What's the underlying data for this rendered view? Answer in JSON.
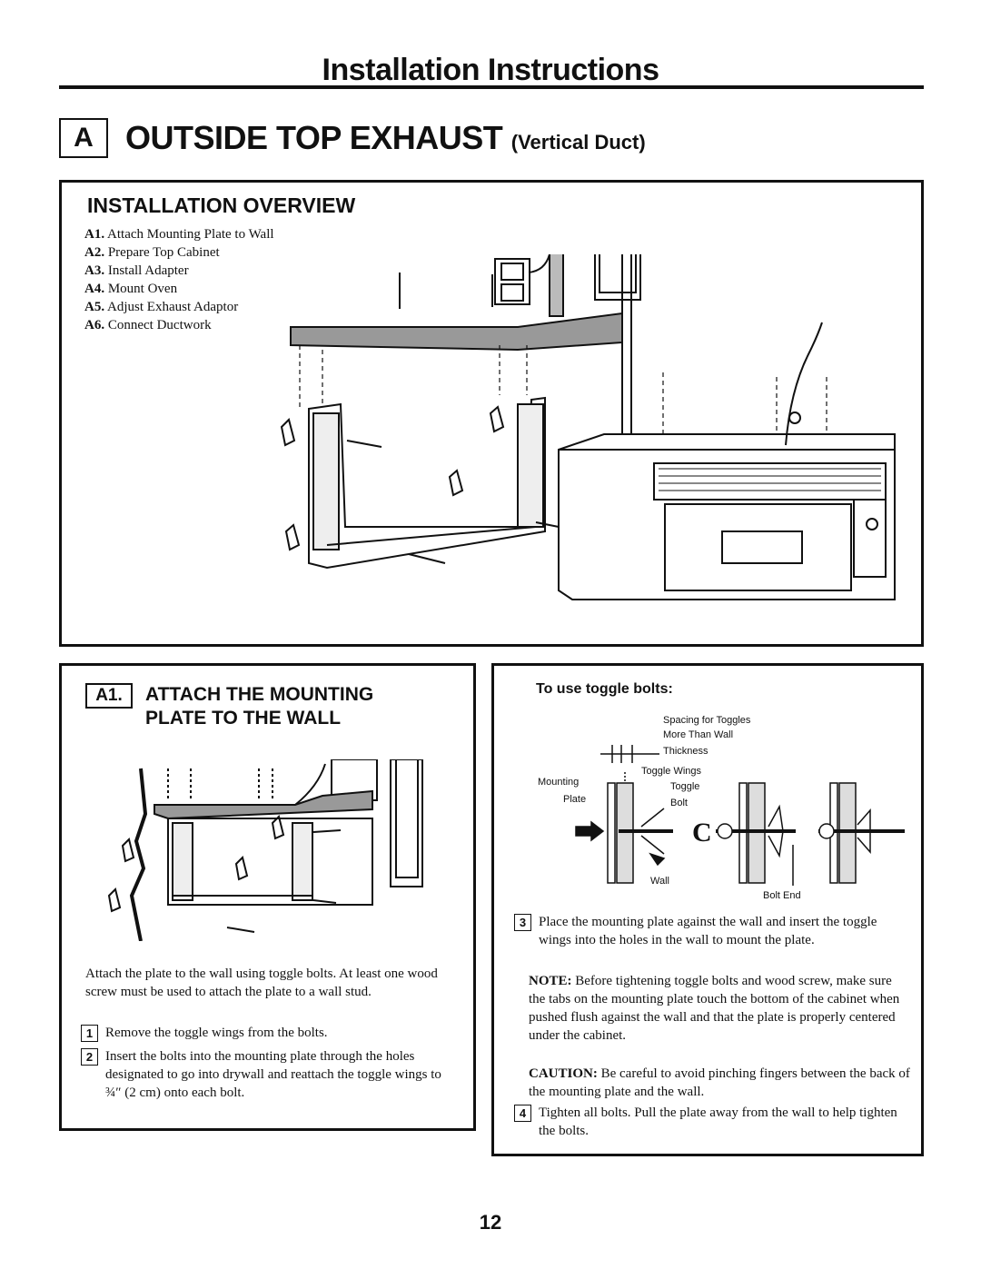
{
  "header": {
    "title": "Installation Instructions"
  },
  "section": {
    "letter": "A",
    "title": "OUTSIDE TOP EXHAUST",
    "subtitle": "(Vertical Duct)"
  },
  "overview": {
    "heading": "INSTALLATION OVERVIEW",
    "steps": [
      {
        "code": "A1.",
        "text": "Attach Mounting Plate to Wall"
      },
      {
        "code": "A2.",
        "text": "Prepare Top Cabinet"
      },
      {
        "code": "A3.",
        "text": "Install Adapter"
      },
      {
        "code": "A4.",
        "text": "Mount Oven"
      },
      {
        "code": "A5.",
        "text": "Adjust Exhaust Adaptor"
      },
      {
        "code": "A6.",
        "text": "Connect Ductwork"
      }
    ]
  },
  "a1": {
    "label": "A1.",
    "heading_line1": "ATTACH THE MOUNTING",
    "heading_line2": "PLATE TO THE WALL",
    "intro": "Attach the plate to the wall using toggle bolts. At least one wood screw must be used to attach the plate to a wall stud.",
    "steps": [
      {
        "num": "1",
        "text": "Remove the toggle wings from the bolts."
      },
      {
        "num": "2",
        "text": "Insert the bolts into the mounting plate through the holes designated to go into drywall and reattach the toggle wings to ¾″ (2 cm) onto each bolt."
      }
    ]
  },
  "toggle": {
    "heading": "To use toggle bolts:",
    "labels": {
      "spacing1": "Spacing for Toggles",
      "spacing2": "More Than Wall",
      "spacing3": "Thickness",
      "toggle_wings": "Toggle Wings",
      "mounting": "Mounting",
      "plate": "Plate",
      "toggle": "Toggle",
      "bolt": "Bolt",
      "wall": "Wall",
      "bolt_end": "Bolt End"
    },
    "step3": {
      "num": "3",
      "text": "Place the mounting plate against the wall and insert the toggle wings into the holes in the wall to mount the plate."
    },
    "note_label": "NOTE:",
    "note_text": "Before tightening toggle bolts and wood screw, make sure the tabs on the mounting plate touch the bottom of the cabinet when pushed flush against the wall and that the plate is properly centered under the cabinet.",
    "caution_label": "CAUTION:",
    "caution_text": "Be careful to avoid pinching fingers between the back of the mounting plate and the wall.",
    "step4": {
      "num": "4",
      "text": "Tighten all bolts. Pull the plate away from the wall to help tighten the bolts."
    }
  },
  "page_number": "12"
}
